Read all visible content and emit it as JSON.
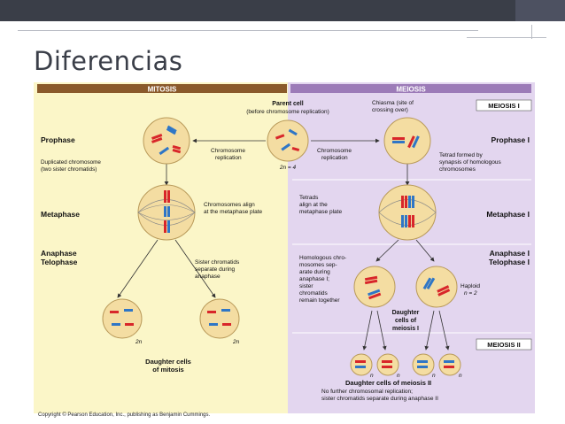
{
  "slide": {
    "title": "Diferencias",
    "copyright": "Copyright © Pearson Education, Inc., publishing as Benjamin Cummings."
  },
  "colors": {
    "mitosis_bg": "#fbf6c8",
    "meiosis_bg": "#e3d6ef",
    "header_brown": "#8a5a2b",
    "header_purple": "#9c7bb8",
    "cell_fill": "#f4dda2",
    "chrom_red": "#d8262a",
    "chrom_blue": "#2f76c6"
  },
  "diagram": {
    "mitosis_header": "MITOSIS",
    "meiosis_header": "MEIOSIS",
    "parent_cell_l1": "Parent cell",
    "parent_cell_l2": "(before chromosome replication)",
    "chiasma_l1": "Chiasma (site of",
    "chiasma_l2": "crossing over)",
    "meiosis1_label": "MEIOSIS I",
    "prophase_left": "Prophase",
    "prophase_right": "Prophase I",
    "dup_chrom_l1": "Duplicated chromosome",
    "dup_chrom_l2": "(two sister chromatids)",
    "chrom_rep_left_l1": "Chromosome",
    "chrom_rep_left_l2": "replication",
    "chrom_rep_right_l1": "Chromosome",
    "chrom_rep_right_l2": "replication",
    "two_n_eq_4": "2n = 4",
    "tetrad_l1": "Tetrad formed by",
    "tetrad_l2": "synapsis of homologous",
    "tetrad_l3": "chromosomes",
    "metaphase_left": "Metaphase",
    "metaphase_right": "Metaphase I",
    "align_l1": "Chromosomes align",
    "align_l2": "at the metaphase plate",
    "tetrads_align_l1": "Tetrads",
    "tetrads_align_l2": "align at the",
    "tetrads_align_l3": "metaphase plate",
    "anaphase_left": "Anaphase",
    "telophase_left": "Telophase",
    "anaphase_right": "Anaphase I",
    "telophase_right": "Telophase I",
    "sister_sep_l1": "Sister chromatids",
    "sister_sep_l2": "separate during",
    "sister_sep_l3": "anaphase",
    "homologous_l1": "Homologous chro-",
    "homologous_l2": "mosomes sep-",
    "homologous_l3": "arate during",
    "homologous_l4": "anaphase I;",
    "homologous_l5": "sister",
    "homologous_l6": "chromatids",
    "homologous_l7": "remain together",
    "haploid_l1": "Haploid",
    "haploid_l2": "n = 2",
    "daughter_meiosis1_l1": "Daughter",
    "daughter_meiosis1_l2": "cells of",
    "daughter_meiosis1_l3": "meiosis I",
    "meiosis2_label": "MEIOSIS II",
    "two_n_a": "2n",
    "two_n_b": "2n",
    "n_label": "n",
    "daughter_mitosis_l1": "Daughter cells",
    "daughter_mitosis_l2": "of mitosis",
    "daughter_meiosis2_l1": "Daughter cells of meiosis II",
    "daughter_meiosis2_l2": "No further chromosomal replication;",
    "daughter_meiosis2_l3": "sister chromatids separate during anaphase II"
  }
}
